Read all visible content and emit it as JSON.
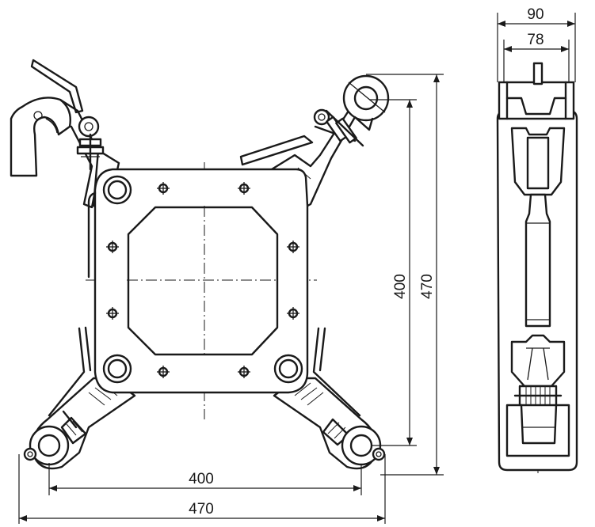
{
  "dimensions": {
    "bottom_inner": "400",
    "bottom_outer": "470",
    "right_inner": "400",
    "right_outer": "470",
    "side_outer": "90",
    "side_inner": "78"
  }
}
